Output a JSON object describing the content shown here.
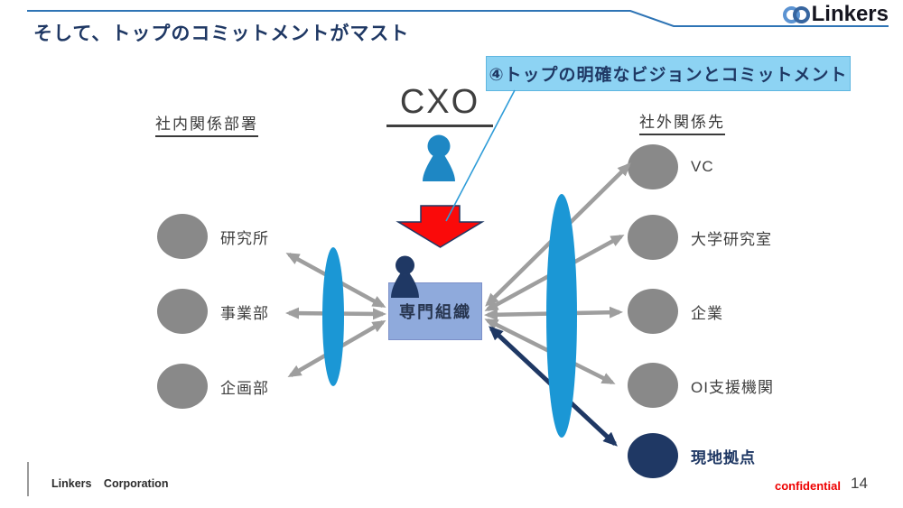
{
  "header": {
    "title": "そして、トップのコミットメントがマスト",
    "logo_text": "Linkers"
  },
  "callout": {
    "label": "④トップの明確なビジョンとコミットメント"
  },
  "diagram": {
    "cxo_label": "CXO",
    "center_box_label": "専門組織",
    "left_group": {
      "header": "社内関係部署",
      "items": [
        "研究所",
        "事業部",
        "企画部"
      ]
    },
    "right_group": {
      "header": "社外関係先",
      "items": [
        "VC",
        "大学研究室",
        "企業",
        "OI支援機関",
        "現地拠点"
      ]
    }
  },
  "footer": {
    "company": "Linkers Corporation",
    "confidential": "confidential",
    "page_number": "14"
  },
  "colors": {
    "title_navy": "#1f3864",
    "callout_fill": "#8dd3f3",
    "lens_blue": "#1b97d5",
    "person_blue": "#1e87c4",
    "navy": "#1f3864",
    "box_fill": "#8faadc",
    "gray_node": "#898989",
    "gray_arrow": "#9e9e9e",
    "red_arrow": "#fa0a0a",
    "confidential_red": "#ee0000"
  }
}
